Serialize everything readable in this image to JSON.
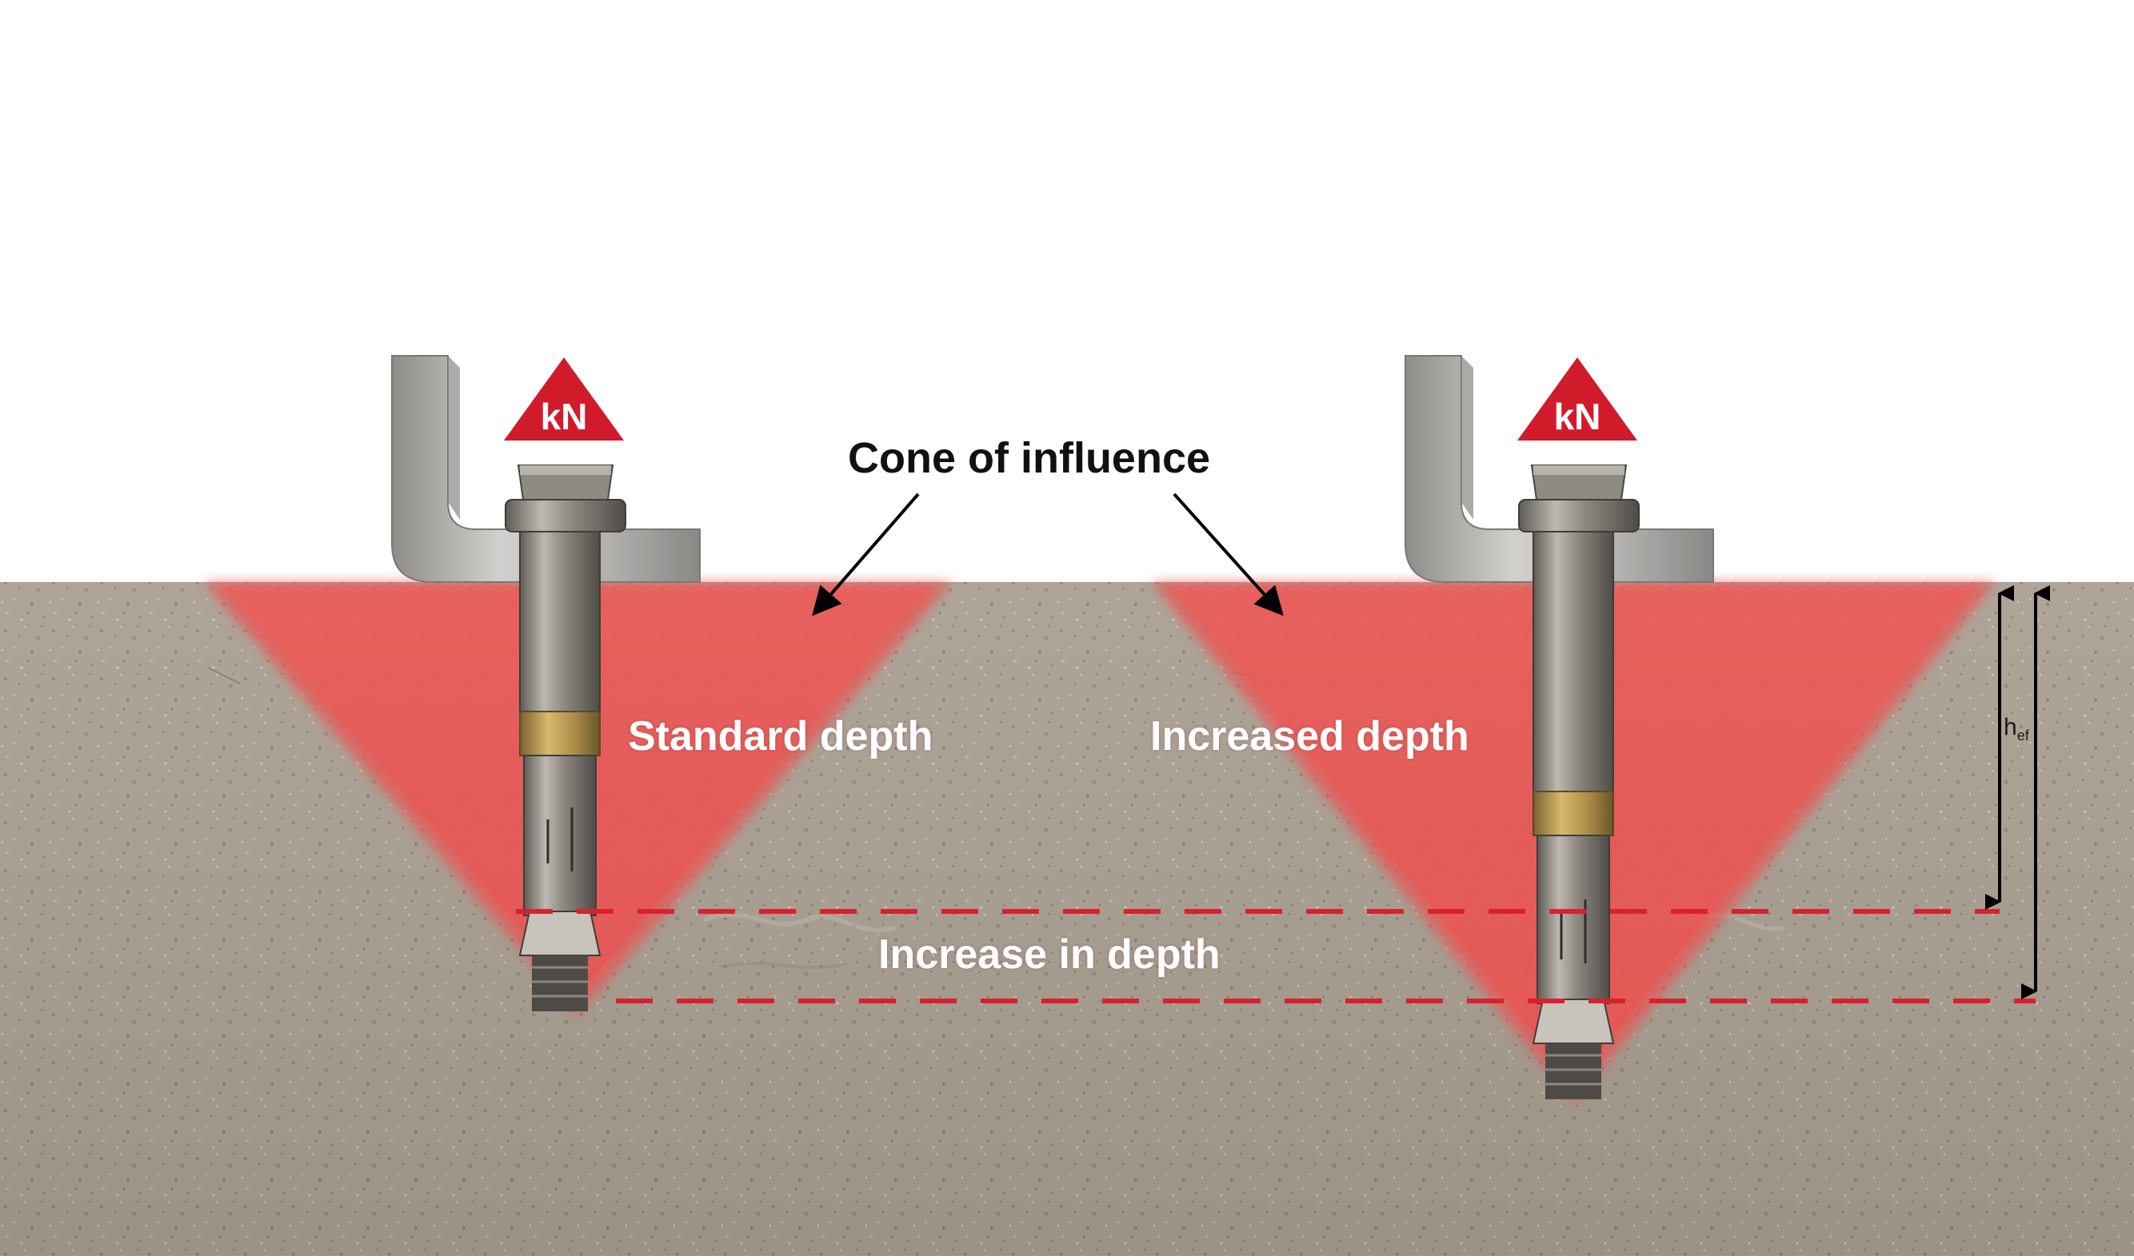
{
  "labels": {
    "cone_of_influence": "Cone of influence",
    "standard_depth": "Standard depth",
    "increased_depth": "Increased depth",
    "increase_in_depth": "Increase in depth",
    "load_symbol": "kN",
    "embedment_symbol": "h",
    "embedment_subscript": "ef"
  },
  "colors": {
    "concrete": "#a99f91",
    "cone_red": "#f04b4b",
    "dashed_line": "#d9202e",
    "load_triangle": "#d11b2b",
    "steel_angle": "#b8b6b3",
    "arrow": "#000000"
  },
  "icons": {
    "load_marker": "kn-load-triangle-icon",
    "anchor": "expansion-anchor-bolt-icon"
  }
}
